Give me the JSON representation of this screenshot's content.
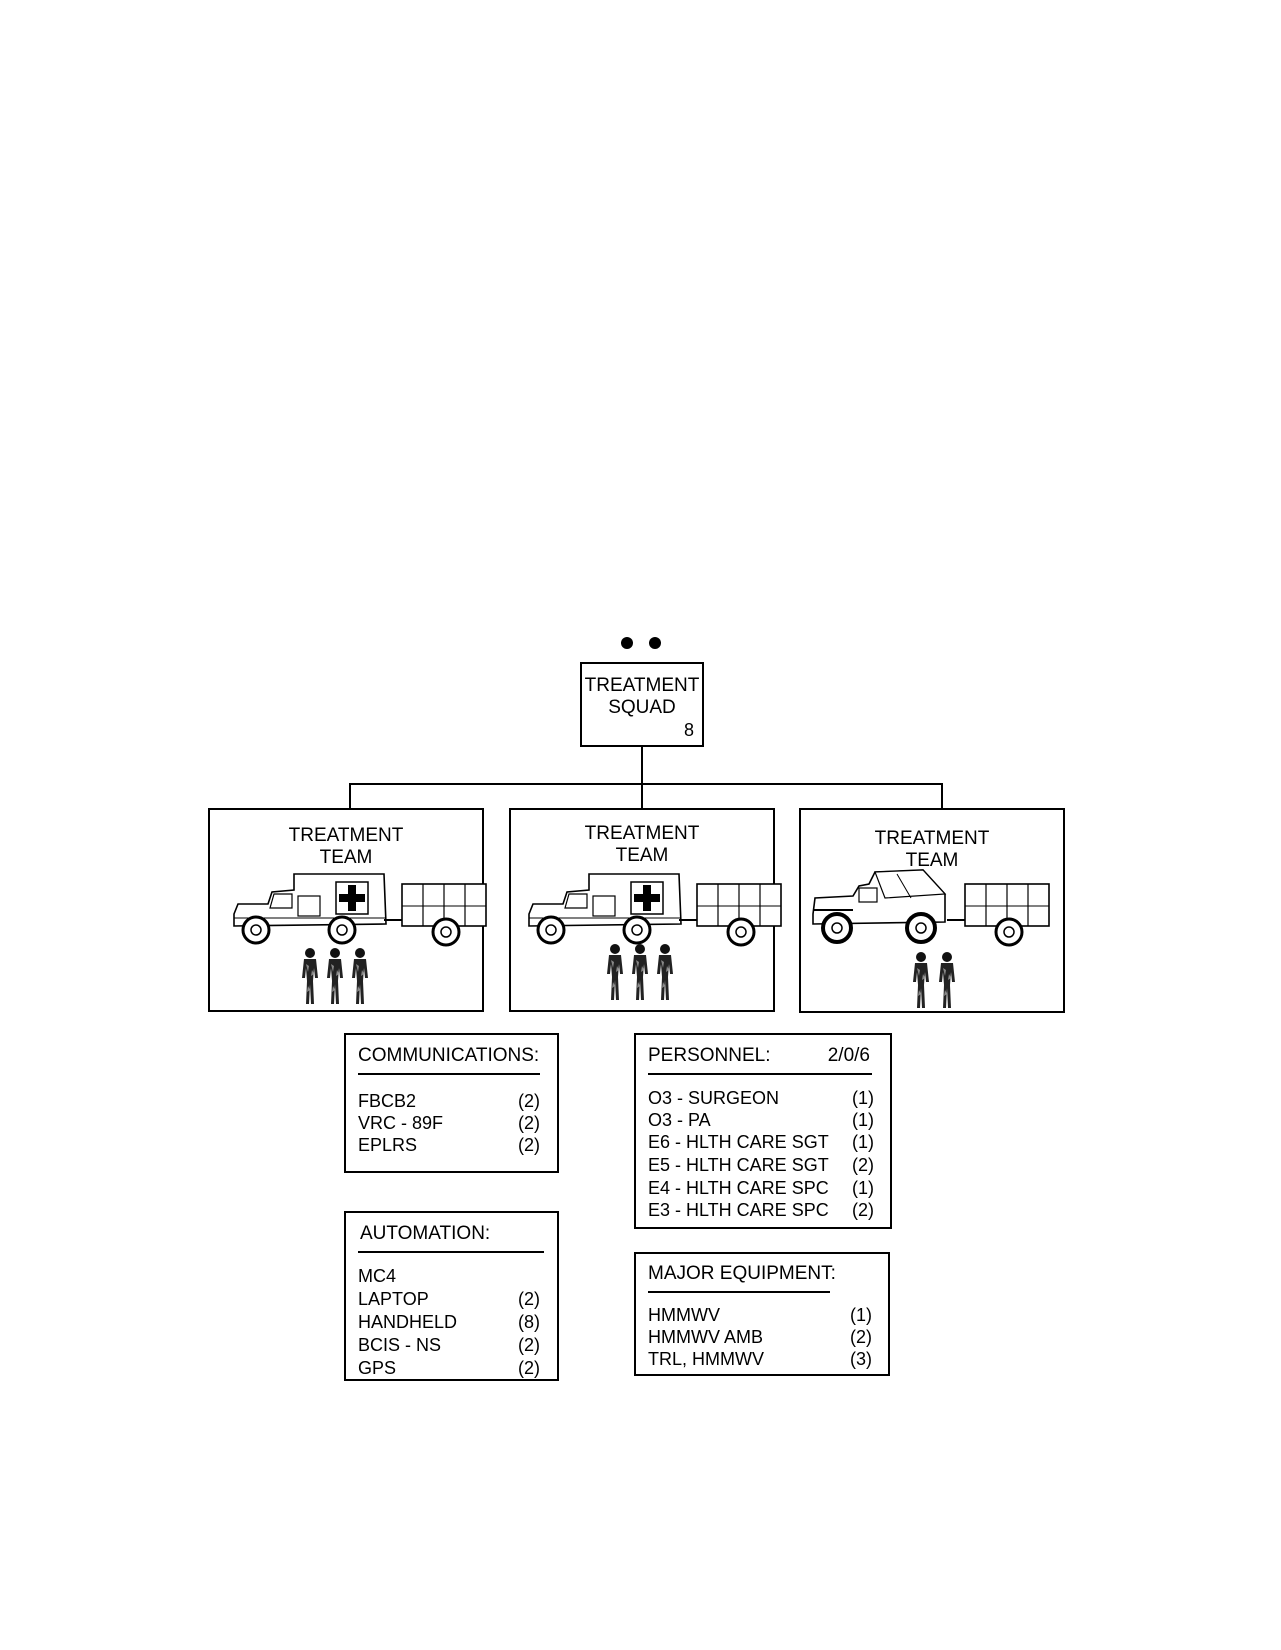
{
  "squad": {
    "title_line1": "TREATMENT",
    "title_line2": "SQUAD",
    "count": "8"
  },
  "teams": [
    {
      "line1": "TREATMENT",
      "line2": "TEAM",
      "vehicle": "ambulance-with-trailer-icon",
      "soldiers": 3
    },
    {
      "line1": "TREATMENT",
      "line2": "TEAM",
      "vehicle": "ambulance-with-trailer-icon",
      "soldiers": 3
    },
    {
      "line1": "TREATMENT",
      "line2": "TEAM",
      "vehicle": "cargo-truck-with-trailer-icon",
      "soldiers": 2
    }
  ],
  "communications": {
    "title": "COMMUNICATIONS:",
    "items": [
      {
        "name": "FBCB2",
        "qty": "(2)"
      },
      {
        "name": "VRC - 89F",
        "qty": "(2)"
      },
      {
        "name": "EPLRS",
        "qty": "(2)"
      }
    ]
  },
  "automation": {
    "title": "AUTOMATION:",
    "items": [
      {
        "name": "MC4",
        "qty": ""
      },
      {
        "name": "LAPTOP",
        "qty": "(2)"
      },
      {
        "name": "HANDHELD",
        "qty": "(8)"
      },
      {
        "name": "BCIS - NS",
        "qty": "(2)"
      },
      {
        "name": "GPS",
        "qty": "(2)"
      }
    ]
  },
  "personnel": {
    "title": "PERSONNEL:",
    "total": "2/0/6",
    "items": [
      {
        "name": "O3 - SURGEON",
        "qty": "(1)"
      },
      {
        "name": "O3 - PA",
        "qty": "(1)"
      },
      {
        "name": "E6 - HLTH CARE SGT",
        "qty": "(1)"
      },
      {
        "name": "E5 - HLTH CARE SGT",
        "qty": "(2)"
      },
      {
        "name": "E4 - HLTH CARE SPC",
        "qty": "(1)"
      },
      {
        "name": "E3 - HLTH CARE SPC",
        "qty": "(2)"
      }
    ]
  },
  "equipment": {
    "title": "MAJOR EQUIPMENT:",
    "items": [
      {
        "name": "HMMWV",
        "qty": "(1)"
      },
      {
        "name": "HMMWV AMB",
        "qty": "(2)"
      },
      {
        "name": "TRL, HMMWV",
        "qty": "(3)"
      }
    ]
  }
}
